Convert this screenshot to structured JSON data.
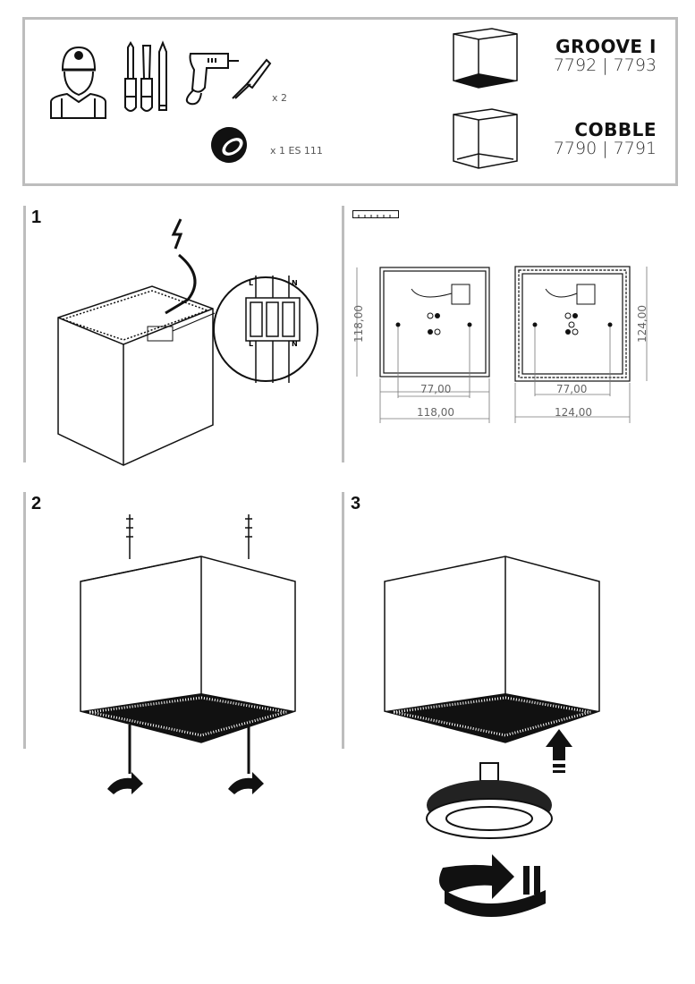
{
  "header": {
    "tools": {
      "anchor_qty": "x 2",
      "bulb_qty": "x 1 ES 111"
    },
    "products": [
      {
        "name": "GROOVE I",
        "codes": "7792 | 7793"
      },
      {
        "name": "COBBLE",
        "codes": "7790 | 7791"
      }
    ]
  },
  "steps": [
    {
      "number": "1",
      "terminal_labels": [
        "L",
        "N",
        "L",
        "N"
      ]
    },
    {
      "number": "2"
    },
    {
      "number": "3"
    }
  ],
  "dimensions": {
    "groove": {
      "height": "118,00",
      "width": "118,00",
      "hole_spacing": "77,00"
    },
    "cobble": {
      "height": "124,00",
      "width": "124,00",
      "hole_spacing": "77,00"
    }
  }
}
